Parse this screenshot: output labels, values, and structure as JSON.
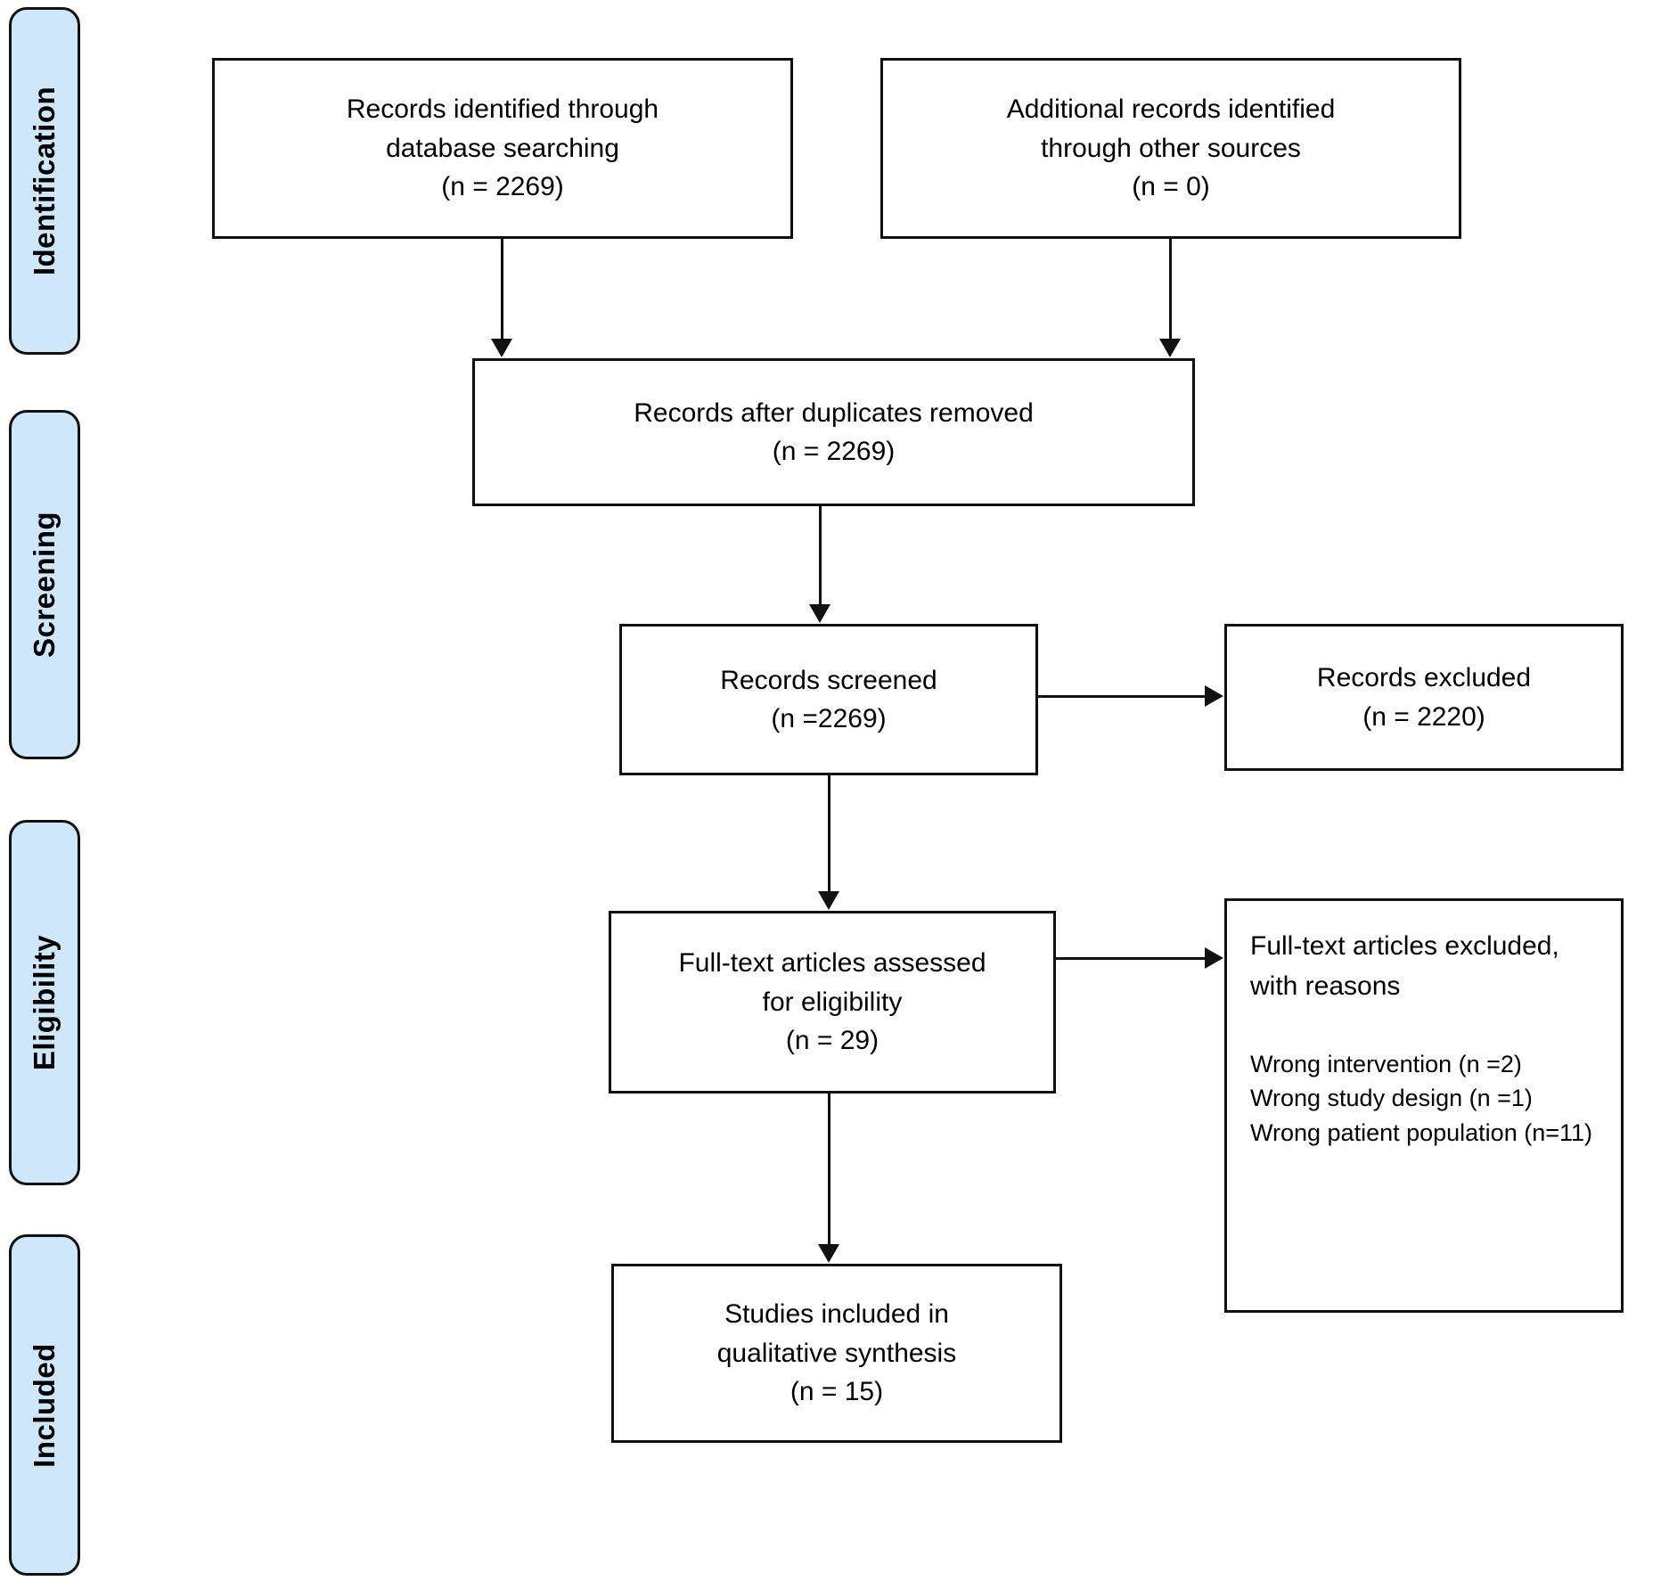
{
  "stages": [
    {
      "label": "Identification"
    },
    {
      "label": "Screening"
    },
    {
      "label": "Eligibility"
    },
    {
      "label": "Included"
    }
  ],
  "boxes": {
    "identified": {
      "lines": [
        "Records identified through",
        "database searching",
        "(n = 2269)"
      ]
    },
    "additional": {
      "lines": [
        "Additional records identified",
        "through other sources",
        "(n = 0)"
      ]
    },
    "deduplicated": {
      "lines": [
        "Records after duplicates removed",
        "(n = 2269)"
      ]
    },
    "screened": {
      "lines": [
        "Records screened",
        "(n =2269)"
      ]
    },
    "records_excluded": {
      "lines": [
        "Records excluded",
        "(n = 2220)"
      ]
    },
    "fulltext_assessed": {
      "lines": [
        "Full-text articles assessed",
        "for eligibility",
        "(n = 29)"
      ]
    },
    "fulltext_excluded": {
      "heading_lines": [
        "Full-text articles excluded,",
        "with reasons"
      ],
      "reasons": [
        "Wrong intervention (n =2)",
        "Wrong study design (n =1)",
        "Wrong patient population (n=11)"
      ]
    },
    "included_studies": {
      "lines": [
        "Studies included in",
        "qualitative synthesis",
        "(n = 15)"
      ]
    }
  },
  "colors": {
    "stage_fill": "#cfe7fa",
    "line_color": "#111111",
    "background": "#ffffff"
  }
}
